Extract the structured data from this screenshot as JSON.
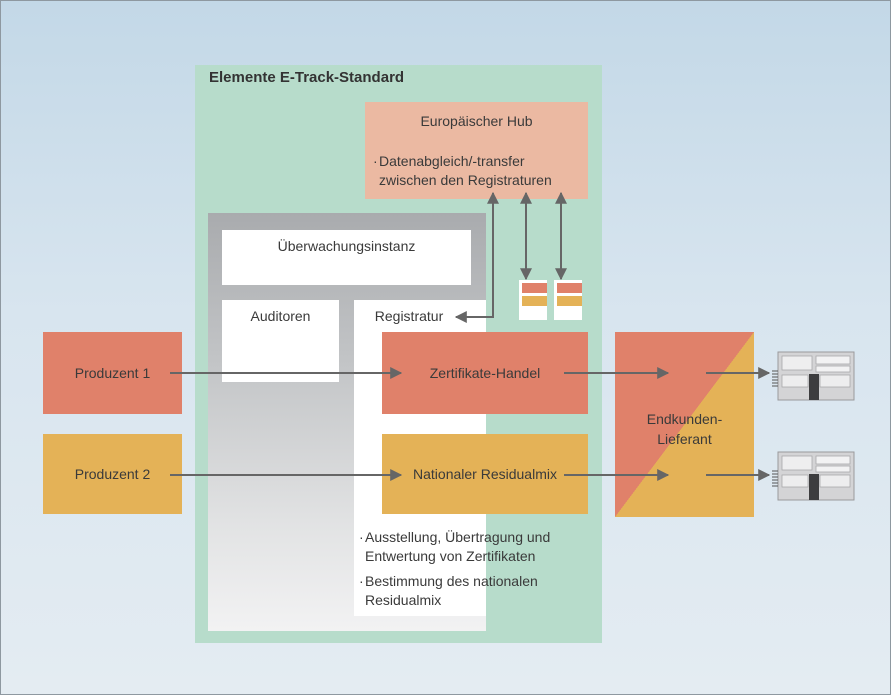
{
  "title": "Elemente E-Track-Standard",
  "hub": {
    "title": "Europäischer Hub",
    "bullet": "·",
    "description_line1": "Datenabgleich/-transfer",
    "description_line2": "zwischen den Registraturen"
  },
  "supervision": {
    "label": "Überwachungsinstanz"
  },
  "auditors": {
    "label": "Auditoren"
  },
  "registry": {
    "label": "Registratur",
    "bullet": "·",
    "notes": [
      {
        "line1": "Ausstellung, Übertragung und",
        "line2": "Entwertung von Zertifikaten"
      },
      {
        "line1": "Bestimmung des nationalen",
        "line2": "Residualmix"
      }
    ]
  },
  "certificate_trade": {
    "label": "Zertifikate-Handel"
  },
  "residual_mix": {
    "label": "Nationaler Residualmix"
  },
  "producers": [
    {
      "label": "Produzent 1"
    },
    {
      "label": "Produzent 2"
    }
  ],
  "supplier": {
    "label_line1": "Endkunden-",
    "label_line2": "Lieferant"
  },
  "icons": {
    "document": "certificate-document-icon",
    "building": "customer-building-icon",
    "arrow": "arrow-icon"
  },
  "colors": {
    "background": "#c3d8e7",
    "standard_panel": "#b7dccb",
    "hub": "#ebb9a2",
    "orange": "#e0816a",
    "yellow": "#e4b257",
    "arrow": "#666666"
  }
}
